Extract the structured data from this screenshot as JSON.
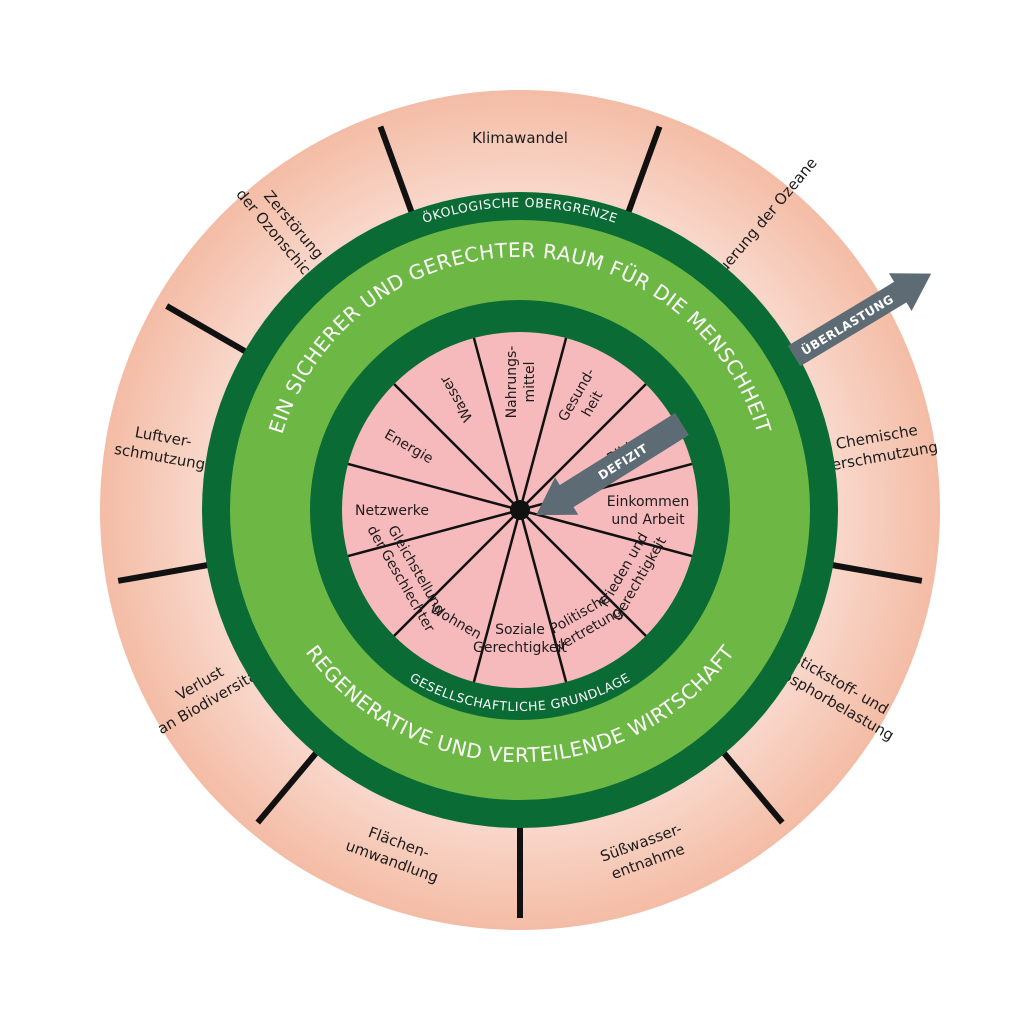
{
  "colors": {
    "outer_center": "#fbe8e2",
    "outer_edge": "#f3b9a2",
    "band_dark": "#0a6b34",
    "band_light": "#6db845",
    "inner_fill": "#f6b9bc",
    "spoke": "#111111",
    "arrow": "#5d6b74"
  },
  "labels": {
    "ecological_ceiling": "ÖKOLOGISCHE OBERGRENZE",
    "safe_space": "EIN SICHERER UND GERECHTER RAUM FÜR DIE MENSCHHEIT",
    "regenerative": "REGENERATIVE UND VERTEILENDE WIRTSCHAFT",
    "social_foundation": "GESELLSCHAFTLICHE GRUNDLAGE",
    "overshoot": "ÜBERLASTUNG",
    "shortfall": "DEFIZIT"
  },
  "planetary_boundaries": [
    {
      "lines": [
        "Klimawandel"
      ]
    },
    {
      "lines": [
        "Versauerung der Ozeane"
      ]
    },
    {
      "lines": [
        "Chemische",
        "Verschmutzung"
      ]
    },
    {
      "lines": [
        "Stickstoff- und",
        "Phosphorbelastung"
      ]
    },
    {
      "lines": [
        "Süßwasser-",
        "entnahme"
      ]
    },
    {
      "lines": [
        "Flächen-",
        "umwandlung"
      ]
    },
    {
      "lines": [
        "Verlust",
        "an Biodiversität"
      ]
    },
    {
      "lines": [
        "Luftver-",
        "schmutzung"
      ]
    },
    {
      "lines": [
        "Zerstörung",
        "der Ozonschicht"
      ]
    }
  ],
  "social_foundation_items": [
    {
      "lines": [
        "Wasser"
      ]
    },
    {
      "lines": [
        "Nahrungs-",
        "mittel"
      ]
    },
    {
      "lines": [
        "Gesund-",
        "heit"
      ]
    },
    {
      "lines": [
        "Bildung"
      ]
    },
    {
      "lines": [
        "Einkommen",
        "und Arbeit"
      ]
    },
    {
      "lines": [
        "Frieden und",
        "Gerechtigkeit"
      ]
    },
    {
      "lines": [
        "Politische",
        "Vertretung"
      ]
    },
    {
      "lines": [
        "Soziale",
        "Gerechtigkeit"
      ]
    },
    {
      "lines": [
        "Wohnen"
      ]
    },
    {
      "lines": [
        "Gleichstellung",
        "der Geschlechter"
      ]
    },
    {
      "lines": [
        "Netzwerke"
      ]
    },
    {
      "lines": [
        "Energie"
      ]
    }
  ]
}
